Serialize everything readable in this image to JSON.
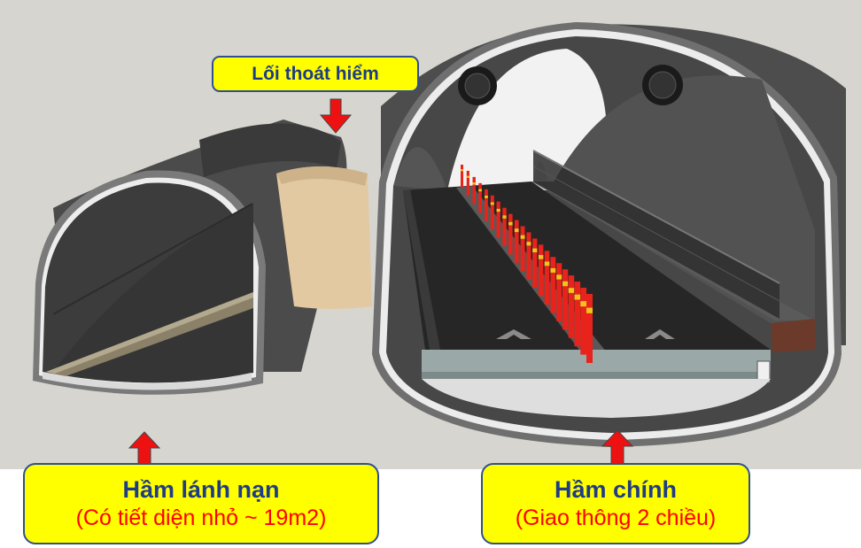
{
  "labels": {
    "exit_route": "Lối thoát hiểm",
    "refuge_tunnel": {
      "title": "Hầm lánh nạn",
      "subtitle": "(Có tiết diện nhỏ ~ 19m2)"
    },
    "main_tunnel": {
      "title": "Hầm chính",
      "subtitle": "(Giao thông 2 chiều)"
    }
  },
  "colors": {
    "callout_fill": "#ffff00",
    "callout_border": "#2f4f8f",
    "title_text": "#1f3c86",
    "subtitle_text": "#ff0000",
    "arrow": "#ee1111",
    "background": "#d6d5d0",
    "tunnel_shell": "#4a4a4a",
    "road": "#262626",
    "passage": "#e3c9a2"
  },
  "icons": {
    "exit_arrow": "down-arrow",
    "refuge_arrow": "up-arrow",
    "main_arrow": "up-arrow"
  }
}
